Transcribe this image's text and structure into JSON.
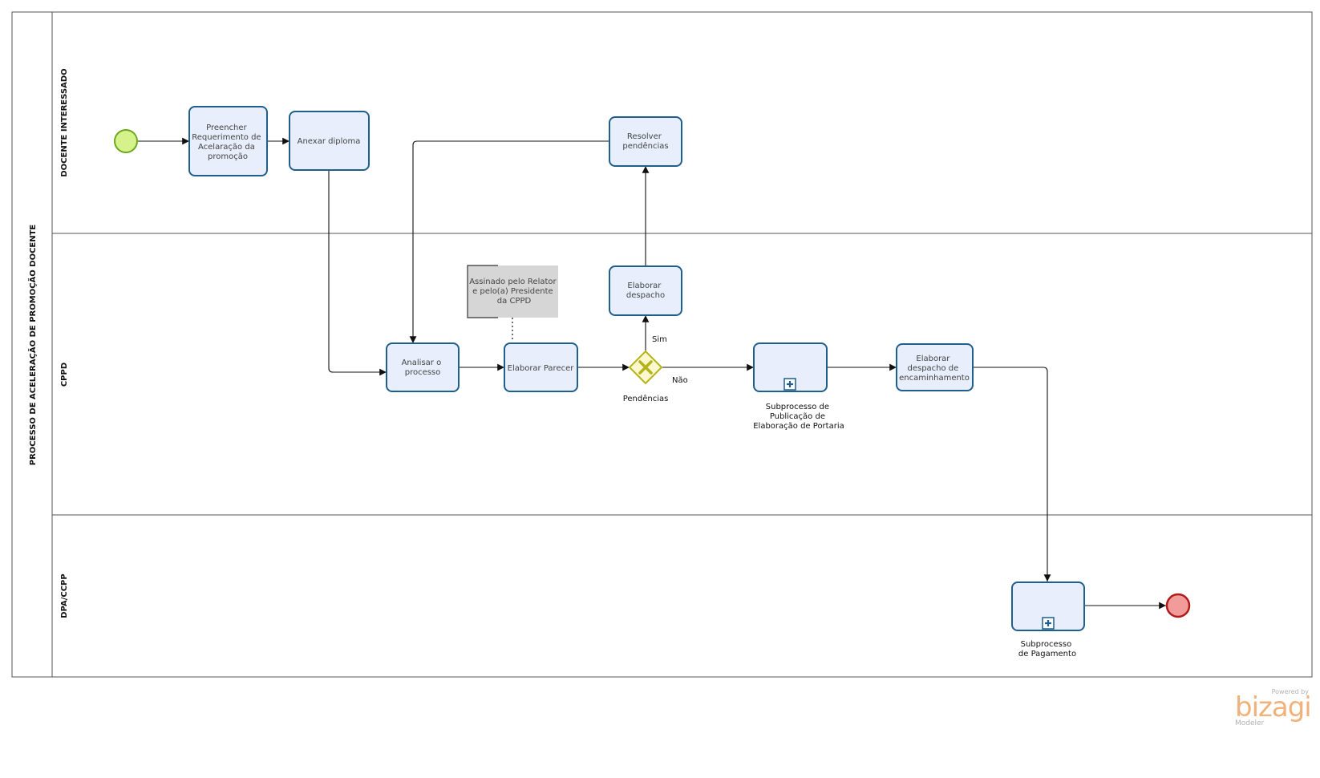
{
  "pool": {
    "label": "PROCESSO DE ACELERAÇÃO DE PROMOÇÃO DOCENTE"
  },
  "lanes": [
    {
      "id": "lane-docente",
      "label": "DOCENTE INTERESSADO"
    },
    {
      "id": "lane-cppd",
      "label": "CPPD"
    },
    {
      "id": "lane-dpa",
      "label": "DPA/CCPP"
    }
  ],
  "tasks": {
    "preencher": [
      "Preencher",
      "Requerimento de",
      "Acelaração da",
      "promoção"
    ],
    "anexar": [
      "Anexar diploma"
    ],
    "resolver": [
      "Resolver",
      "pendências"
    ],
    "despacho": [
      "Elaborar",
      "despacho"
    ],
    "analisar": [
      "Analisar o",
      "processo"
    ],
    "parecer": [
      "Elaborar Parecer"
    ],
    "encaminhamento": [
      "Elaborar",
      "despacho de",
      "encaminhamento"
    ]
  },
  "subprocesses": {
    "publicacao": [
      "Subprocesso de",
      "Publicação de",
      "Elaboração de Portaria"
    ],
    "pagamento": [
      "Subprocesso",
      "de Pagamento"
    ]
  },
  "annotation": [
    "Assinado pelo Relator",
    "e pelo(a) Presidente",
    "da CPPD"
  ],
  "gateway": {
    "label": "Pendências",
    "yes": "Sim",
    "no": "Não"
  },
  "watermark": {
    "powered": "Powered by",
    "brand": "bizagi",
    "product": "Modeler"
  },
  "colors": {
    "task_fill": "#e8eefb",
    "task_stroke": "#1f5f8b",
    "start_fill": "#d6f28a",
    "start_stroke": "#6ba81e",
    "end_fill": "#f29b9b",
    "end_stroke": "#b01c1c",
    "gateway_fill": "#fbf7cf",
    "gateway_stroke": "#b4b31a",
    "annotation_fill": "#d6d6d6"
  }
}
